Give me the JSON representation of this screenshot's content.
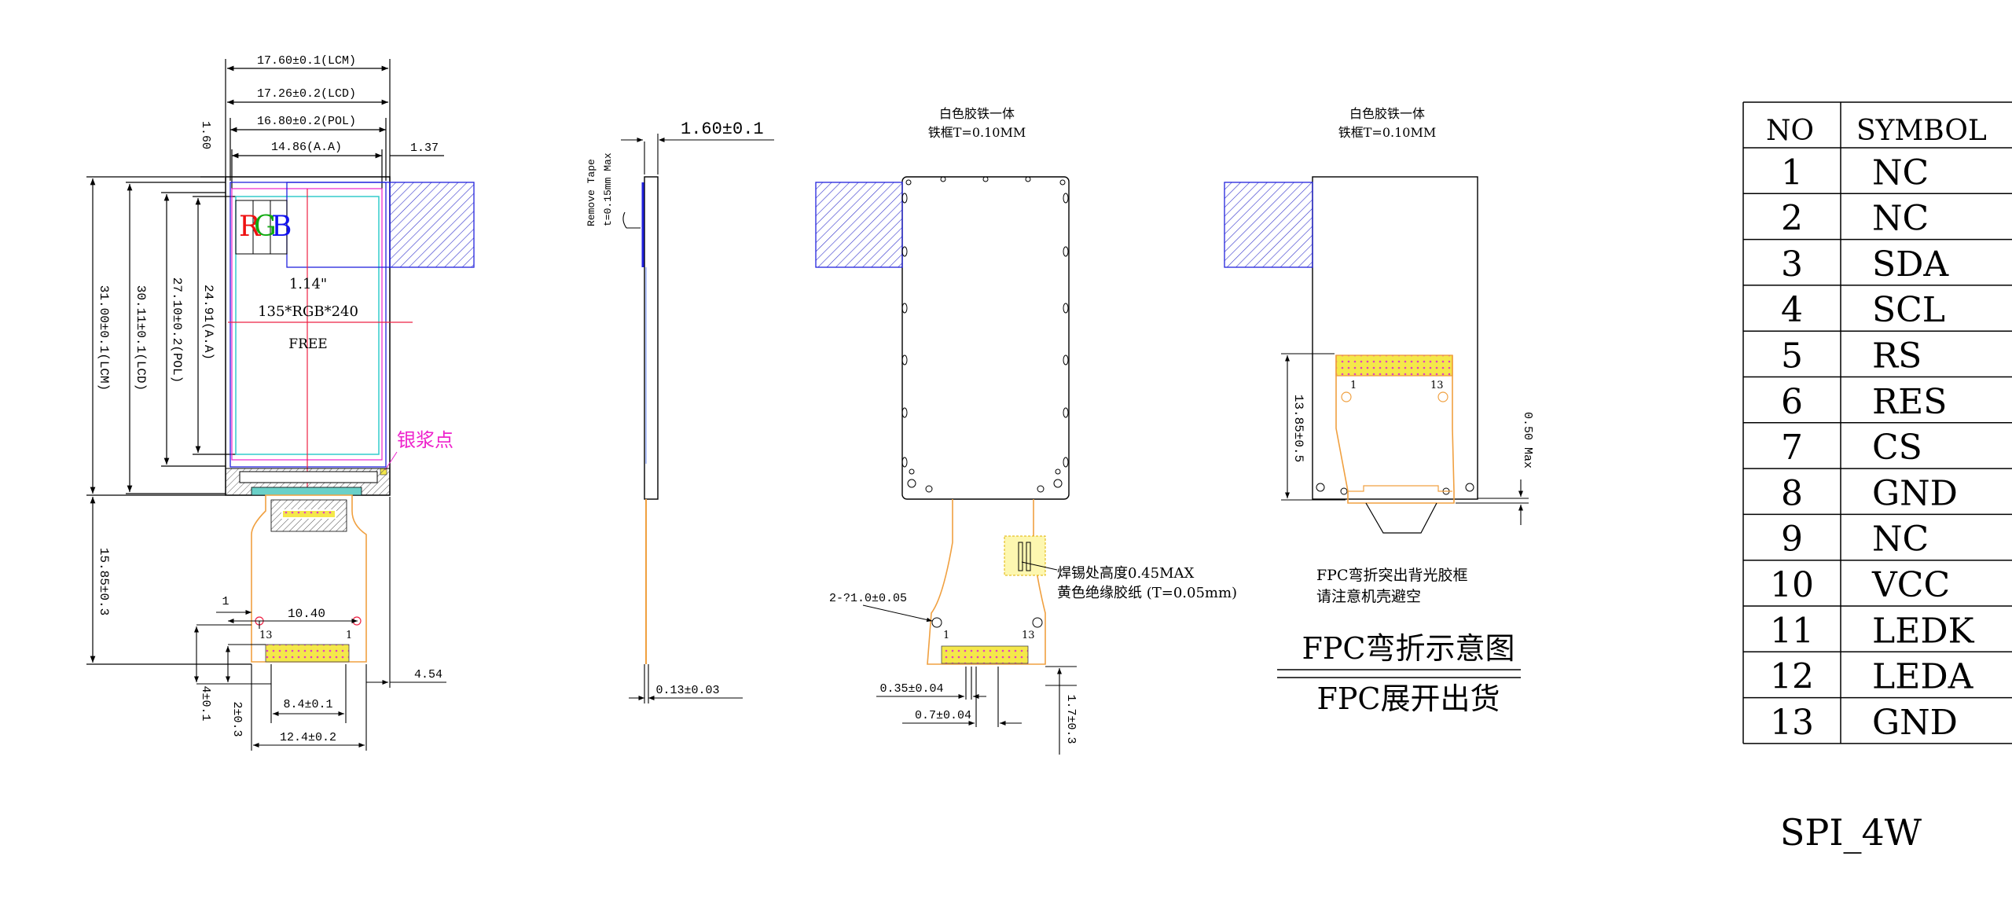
{
  "front_view": {
    "dims": {
      "width_lcm": "17.60±0.1(LCM)",
      "width_lcd": "17.26±0.2(LCD)",
      "width_pol": "16.80±0.2(POL)",
      "width_aa": "14.86(A.A)",
      "top_gap": "1.60",
      "right_gap": "1.37",
      "height_lcm": "31.00±0.1(LCM)",
      "height_lcd": "30.11±0.1(LCD)",
      "height_pol": "27.10±0.2(POL)",
      "height_aa": "24.91(A.A)",
      "fpc_length": "15.85±0.3",
      "fpc_offset": "4.54",
      "pad_one": "1",
      "pin_span": "10.40",
      "pin13": "13",
      "pin1": "1",
      "pitch_4": "4±0.1",
      "pitch_2": "2±0.3",
      "pad_width": "8.4±0.1",
      "fpc_width": "12.4±0.2"
    },
    "rgb": [
      "R",
      "G",
      "B"
    ],
    "size_label": "1.14\"",
    "resolution_label": "135*RGB*240",
    "free_label": "FREE",
    "silver_paste_label": "银浆点"
  },
  "side_view": {
    "thickness": "1.60±0.1",
    "remove_tape_1": "Remove Tape",
    "remove_tape_2": "t=0.15mm Max",
    "fpc_thickness": "0.13±0.03"
  },
  "back_view": {
    "note_1": "白色胶铁一体",
    "note_2": "铁框T=0.10MM",
    "hole_label": "2-?1.0±0.05",
    "solder_note": "焊锡处高度0.45MAX",
    "insulation_note": "黄色绝缘胶纸 (T=0.05mm)",
    "pin1": "1",
    "pin13": "13",
    "pad_dim_1": "0.35±0.04",
    "pad_dim_2": "0.7±0.04",
    "tail_dim": "1.7±0.3"
  },
  "bent_view": {
    "note_1": "白色胶铁一体",
    "note_2": "铁框T=0.10MM",
    "pin1": "1",
    "pin13": "13",
    "bend_height": "13.85±0.5",
    "max_offset": "0.50 Max",
    "fpc_note_1": "FPC弯折突出背光胶框",
    "fpc_note_2": "请注意机壳避空",
    "title_bent": "FPC弯折示意图",
    "title_flat": "FPC展开出货"
  },
  "pin_table": {
    "headers": [
      "NO",
      "SYMBOL"
    ],
    "rows": [
      {
        "no": "1",
        "symbol": "NC"
      },
      {
        "no": "2",
        "symbol": "NC"
      },
      {
        "no": "3",
        "symbol": "SDA"
      },
      {
        "no": "4",
        "symbol": "SCL"
      },
      {
        "no": "5",
        "symbol": "RS"
      },
      {
        "no": "6",
        "symbol": "RES"
      },
      {
        "no": "7",
        "symbol": "CS"
      },
      {
        "no": "8",
        "symbol": "GND"
      },
      {
        "no": "9",
        "symbol": "NC"
      },
      {
        "no": "10",
        "symbol": "VCC"
      },
      {
        "no": "11",
        "symbol": "LEDK"
      },
      {
        "no": "12",
        "symbol": "LEDA"
      },
      {
        "no": "13",
        "symbol": "GND"
      }
    ]
  },
  "interface_label": "SPI_4W",
  "colors": {
    "line": "#000000",
    "outline_blue": "#2222dd",
    "hatch_blue": "#3333cc",
    "fpc_orange": "#f0a040",
    "pad_yellow": "#f4e84a",
    "center_red": "#ee2244",
    "aa_cyan": "#33cccc",
    "magenta": "#ee22cc",
    "r": "#ee1111",
    "g": "#11aa11",
    "b": "#1111ee"
  }
}
